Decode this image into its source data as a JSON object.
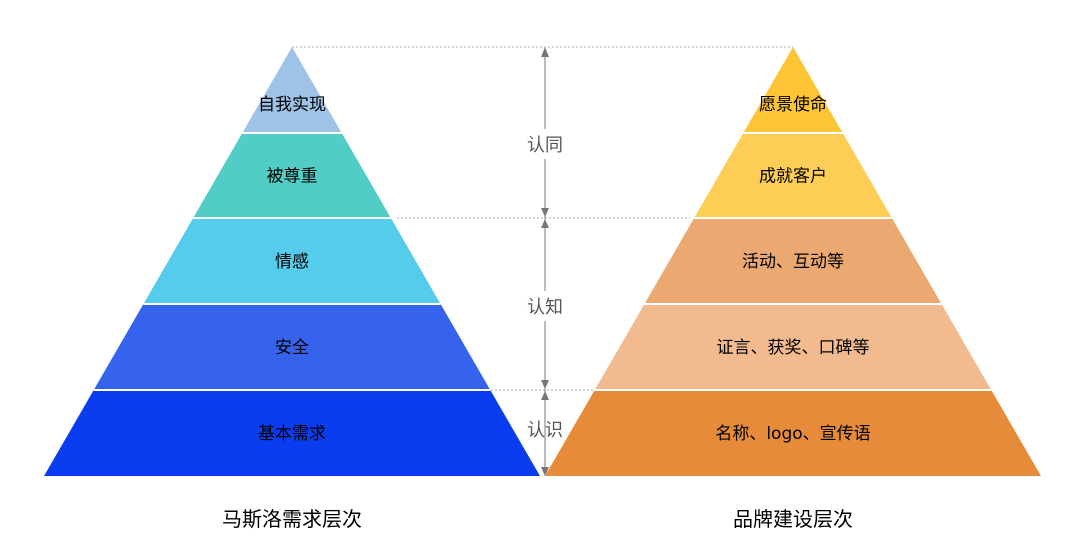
{
  "left_pyramid": {
    "caption": "马斯洛需求层次",
    "levels": [
      {
        "label": "自我实现",
        "color": "#9ec3e6",
        "text_color": "#000000"
      },
      {
        "label": "被尊重",
        "color": "#52cdc6",
        "text_color": "#000000"
      },
      {
        "label": "情感",
        "color": "#55ccec",
        "text_color": "#000000"
      },
      {
        "label": "安全",
        "color": "#3563ee",
        "text_color": "#ffffff"
      },
      {
        "label": "基本需求",
        "color": "#0a3df0",
        "text_color": "#ffffff"
      }
    ]
  },
  "right_pyramid": {
    "caption": "品牌建设层次",
    "levels": [
      {
        "label": "愿景使命",
        "color": "#fdc436",
        "text_color": "#000000"
      },
      {
        "label": "成就客户",
        "color": "#fecd56",
        "text_color": "#000000"
      },
      {
        "label": "活动、互动等",
        "color": "#eba971",
        "text_color": "#000000"
      },
      {
        "label": "证言、获奖、口碑等",
        "color": "#f1bb8f",
        "text_color": "#000000"
      },
      {
        "label": "名称、logo、宣传语",
        "color": "#e68b3a",
        "text_color": "#000000"
      }
    ]
  },
  "middle_labels": [
    "认同",
    "认知",
    "认识"
  ],
  "colors": {
    "separator": "#ffffff",
    "guide_line": "#aaaaaa",
    "arrow": "#777777"
  }
}
